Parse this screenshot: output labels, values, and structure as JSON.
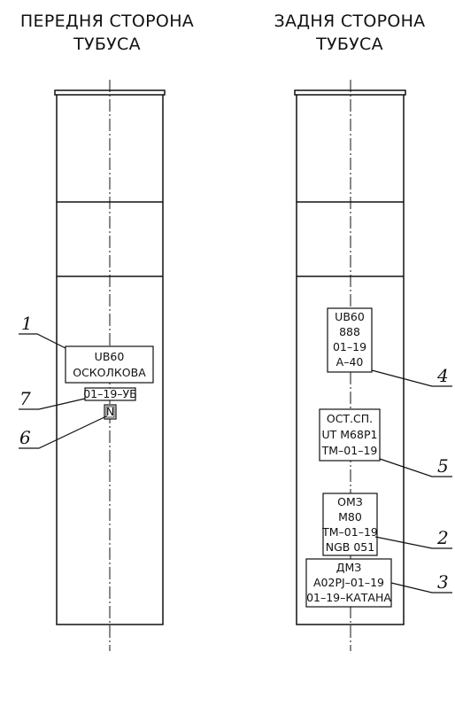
{
  "titles": {
    "front": [
      "ПЕРЕДНЯ СТОРОНА",
      "ТУБУСА"
    ],
    "back": [
      "ЗАДНЯ СТОРОНА",
      "ТУБУСА"
    ]
  },
  "front_labels": {
    "box1": [
      "UB60",
      "ОСКОЛКОВА"
    ],
    "box7": [
      "01–19–УБ"
    ],
    "box6": [
      "N"
    ]
  },
  "back_labels": {
    "box4": [
      "UB60",
      "888",
      "01–19",
      "А–40"
    ],
    "box5": [
      "ОСТ.СП.",
      "UT M68P1",
      "ТМ–01–19"
    ],
    "box2": [
      "ОМЗ",
      "M80",
      "ТМ–01–19",
      "NGB 051"
    ],
    "box3": [
      "ДМЗ",
      "А02PJ–01–19",
      "01–19–КАТАНА"
    ]
  },
  "callouts": {
    "n1": "1",
    "n7": "7",
    "n6": "6",
    "n4": "4",
    "n5": "5",
    "n2": "2",
    "n3": "3"
  }
}
